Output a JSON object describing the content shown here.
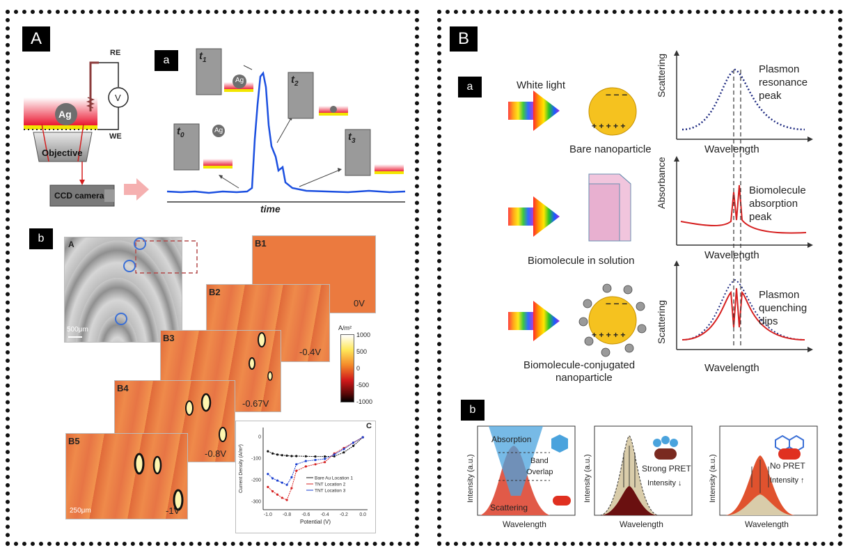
{
  "panels": {
    "A": {
      "label": "A",
      "sub_a": {
        "label": "a",
        "electrodes": {
          "re": "RE",
          "we": "WE",
          "meter": "V"
        },
        "particle": "Ag",
        "objective": "Objective",
        "camera": "CCD camera",
        "time_labels": [
          "t",
          "t",
          "t",
          "t"
        ],
        "time_subs": [
          "0",
          "1",
          "2",
          "3"
        ],
        "axis_label": "time"
      },
      "sub_b": {
        "label": "b",
        "inset_label": "A",
        "scale_500": "500μm",
        "scale_250": "250μm",
        "maps": [
          {
            "name": "B1",
            "potential": "0V"
          },
          {
            "name": "B2",
            "potential": "-0.4V"
          },
          {
            "name": "B3",
            "potential": "-0.67V"
          },
          {
            "name": "B4",
            "potential": "-0.8V"
          },
          {
            "name": "B5",
            "potential": "-1V"
          }
        ],
        "colorbar": {
          "unit": "A/m²",
          "ticks": [
            "1000",
            "500",
            "0",
            "-500",
            "-1000"
          ]
        },
        "chart_label": "C",
        "ylabel": "Current Density (A/m²)",
        "xlabel": "Potential (V)",
        "yticks": [
          "0",
          "-100",
          "-200",
          "-300"
        ],
        "xticks": [
          "-1.0",
          "-0.8",
          "-0.6",
          "-0.4",
          "-0.2",
          "0.0"
        ],
        "legend": [
          "Bare Au Location 1",
          "TNT Location 2",
          "TNT Location 3"
        ]
      }
    },
    "B": {
      "label": "B",
      "sub_a": {
        "label": "a",
        "white_light": "White light",
        "row1_caption": "Bare nanoparticle",
        "row2_caption": "Biomolecule in solution",
        "row3_caption_1": "Biomolecule-conjugated",
        "row3_caption_2": "nanoparticle",
        "charge_plus": "+ + + + +",
        "charge_minus": "– – –",
        "ylabels": [
          "Scattering",
          "Absorbance",
          "Scattering"
        ],
        "xlabel": "Wavelength",
        "annot1": [
          "Plasmon",
          "resonance",
          "peak"
        ],
        "annot2": [
          "Biomolecule",
          "absorption",
          "peak"
        ],
        "annot3": [
          "Plasmon",
          "quenching",
          "dips"
        ]
      },
      "sub_b": {
        "label": "b",
        "ylabel": "Intensity (a.u.)",
        "xlabel": "Wavelength",
        "absorption": "Absorption",
        "band_overlap_1": "Band",
        "band_overlap_2": "Overlap",
        "scattering": "Scattering",
        "strong_pret": "Strong PRET",
        "no_pret": "No PRET",
        "intensity": "Intensity"
      }
    }
  },
  "chart_data": {
    "type": "line",
    "title": "",
    "xlabel": "Potential (V)",
    "ylabel": "Current Density (A/m²)",
    "xlim": [
      -1.05,
      0.05
    ],
    "ylim": [
      -340,
      40
    ],
    "series": [
      {
        "name": "Bare Au Location 1",
        "color": "#111111",
        "x": [
          -1.0,
          -0.95,
          -0.9,
          -0.85,
          -0.8,
          -0.75,
          -0.7,
          -0.6,
          -0.5,
          -0.4,
          -0.3,
          -0.2,
          -0.1,
          0.0
        ],
        "y": [
          -70,
          -80,
          -85,
          -88,
          -90,
          -92,
          -92,
          -93,
          -94,
          -94,
          -93,
          -75,
          -45,
          -5
        ]
      },
      {
        "name": "TNT Location 2",
        "color": "#d62020",
        "x": [
          -1.0,
          -0.95,
          -0.9,
          -0.85,
          -0.8,
          -0.75,
          -0.7,
          -0.6,
          -0.5,
          -0.4,
          -0.3,
          -0.2,
          -0.1,
          0.0
        ],
        "y": [
          -235,
          -255,
          -270,
          -285,
          -295,
          -240,
          -160,
          -140,
          -130,
          -120,
          -80,
          -55,
          -30,
          -5
        ]
      },
      {
        "name": "TNT Location 3",
        "color": "#1a3fd0",
        "x": [
          -1.0,
          -0.95,
          -0.9,
          -0.85,
          -0.8,
          -0.75,
          -0.7,
          -0.6,
          -0.5,
          -0.4,
          -0.3,
          -0.2,
          -0.1,
          0.0
        ],
        "y": [
          -175,
          -195,
          -205,
          -215,
          -225,
          -190,
          -130,
          -115,
          -110,
          -105,
          -85,
          -60,
          -30,
          -5
        ]
      }
    ]
  }
}
